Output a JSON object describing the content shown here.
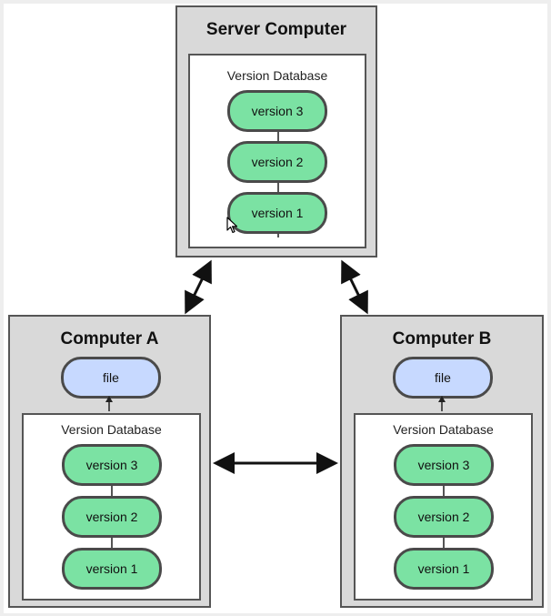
{
  "server": {
    "title": "Server Computer",
    "db_label": "Version Database",
    "versions": [
      "version 3",
      "version 2",
      "version 1"
    ]
  },
  "computer_a": {
    "title": "Computer A",
    "file": "file",
    "db_label": "Version Database",
    "versions": [
      "version 3",
      "version 2",
      "version 1"
    ]
  },
  "computer_b": {
    "title": "Computer B",
    "file": "file",
    "db_label": "Version Database",
    "versions": [
      "version 3",
      "version 2",
      "version 1"
    ]
  },
  "colors": {
    "version_fill": "#7be2a3",
    "file_fill": "#c7d9ff",
    "box_fill": "#d9d9d9",
    "border": "#555555"
  }
}
